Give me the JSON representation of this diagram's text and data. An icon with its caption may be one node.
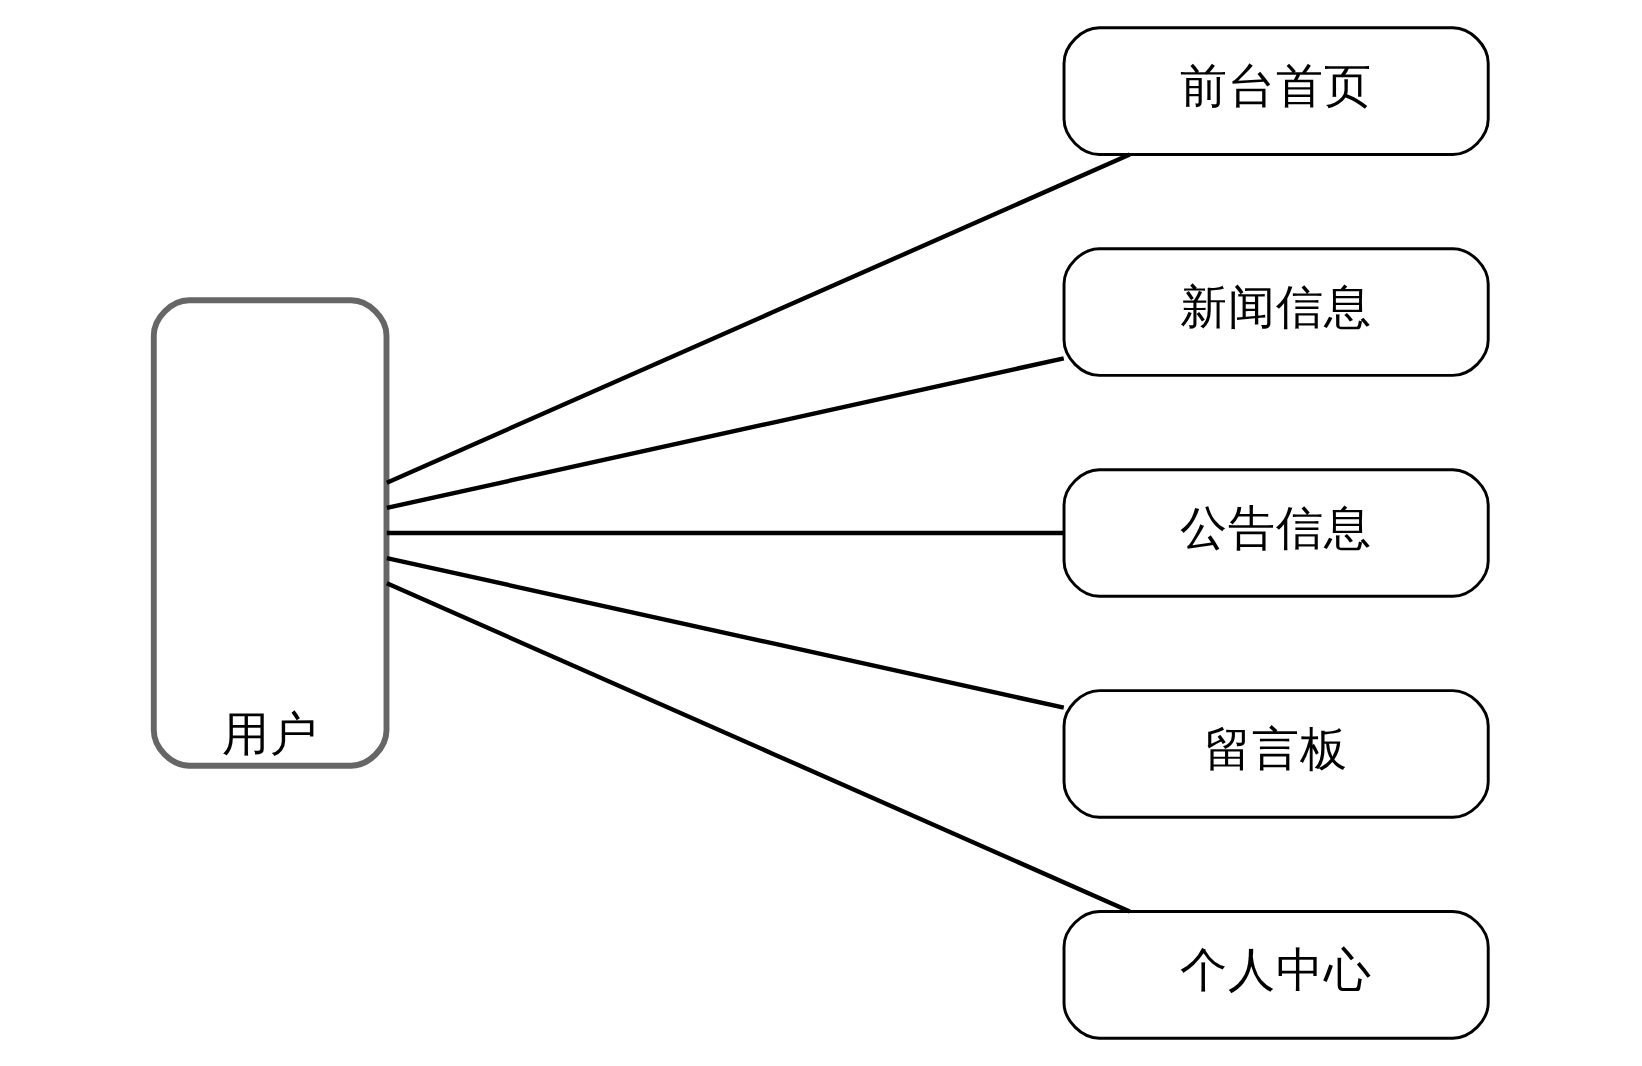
{
  "diagram": {
    "nodes": [
      {
        "text": [
          "用户"
        ]
      },
      {
        "text": [
          "前台首页"
        ]
      },
      {
        "text": [
          "新闻信息"
        ]
      },
      {
        "text": [
          "公告信息"
        ]
      },
      {
        "text": [
          "留言板"
        ]
      },
      {
        "text": [
          "个人中心"
        ]
      }
    ],
    "edges": [
      {
        "from": 0,
        "to": 1,
        "arrow": "none"
      },
      {
        "from": 0,
        "to": 2,
        "arrow": "none"
      },
      {
        "from": 0,
        "to": 3,
        "arrow": "none"
      },
      {
        "from": 0,
        "to": 4,
        "arrow": "none"
      },
      {
        "from": 0,
        "to": 5,
        "arrow": "none"
      }
    ]
  }
}
